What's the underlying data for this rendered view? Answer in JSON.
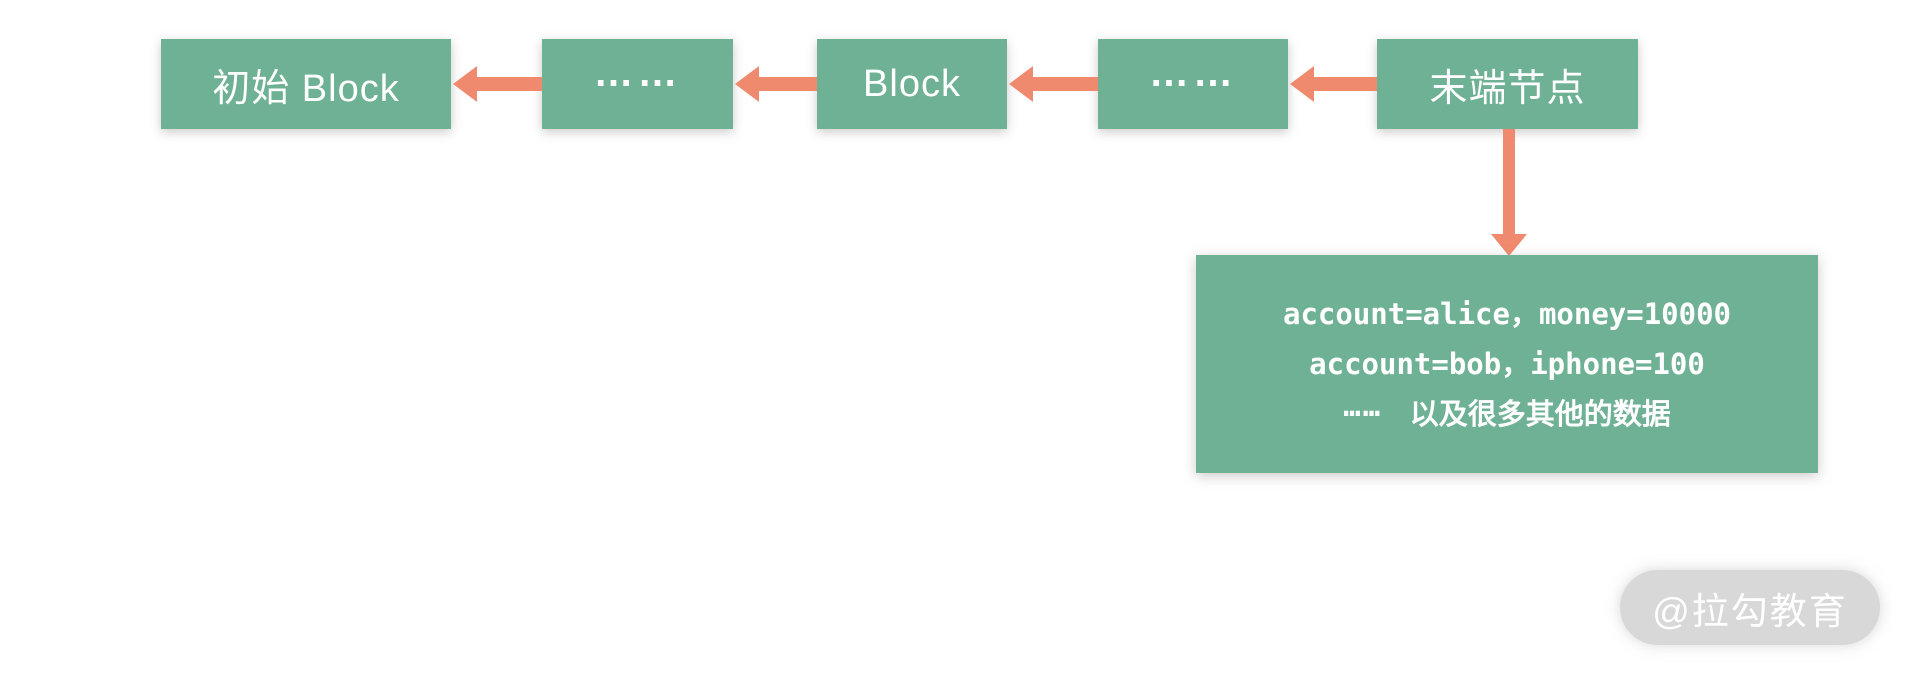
{
  "diagram": {
    "nodes": [
      {
        "id": "genesis-block",
        "label": "初始 Block"
      },
      {
        "id": "ellipsis-1",
        "label": "……"
      },
      {
        "id": "middle-block",
        "label": "Block"
      },
      {
        "id": "ellipsis-2",
        "label": "……"
      },
      {
        "id": "tail-node",
        "label": "末端节点"
      }
    ],
    "data_box": {
      "line1": "account=alice，money=10000",
      "line2": "account=bob，iphone=100",
      "line3_dots": "……",
      "line3_text": "以及很多其他的数据"
    },
    "colors": {
      "node_fill": "#6FB194",
      "node_text": "#FFFFFF",
      "arrow": "#F08A6E",
      "watermark_bg": "#D8D8D8",
      "watermark_text": "#FFFFFF"
    }
  },
  "watermark": {
    "text": "@拉勾教育"
  }
}
